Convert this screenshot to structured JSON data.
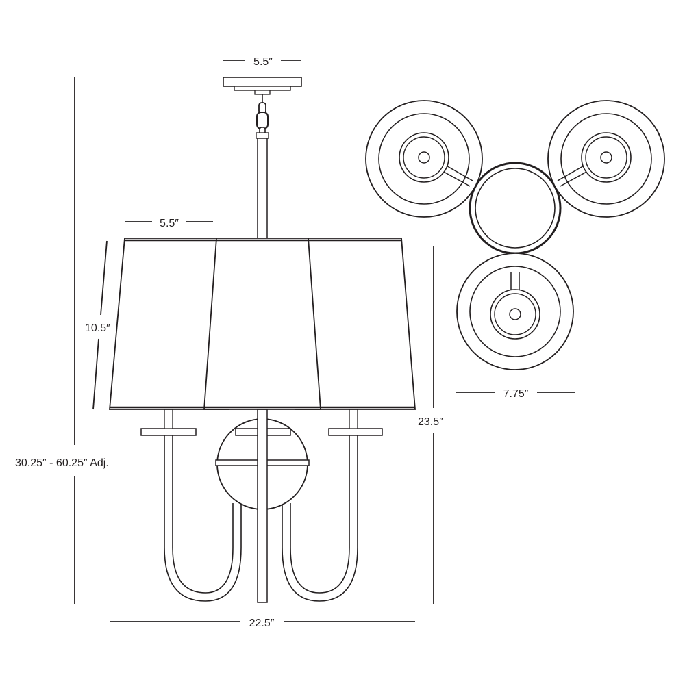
{
  "diagram": {
    "dimensions": {
      "canopy_width": "5.5″",
      "shade_top_width": "5.5″",
      "shade_height": "10.5″",
      "overall_height": "30.25″ - 60.25″ Adj.",
      "fixture_height": "23.5″",
      "overall_width": "22.5″",
      "shade_bottom_diameter": "7.75″"
    }
  }
}
